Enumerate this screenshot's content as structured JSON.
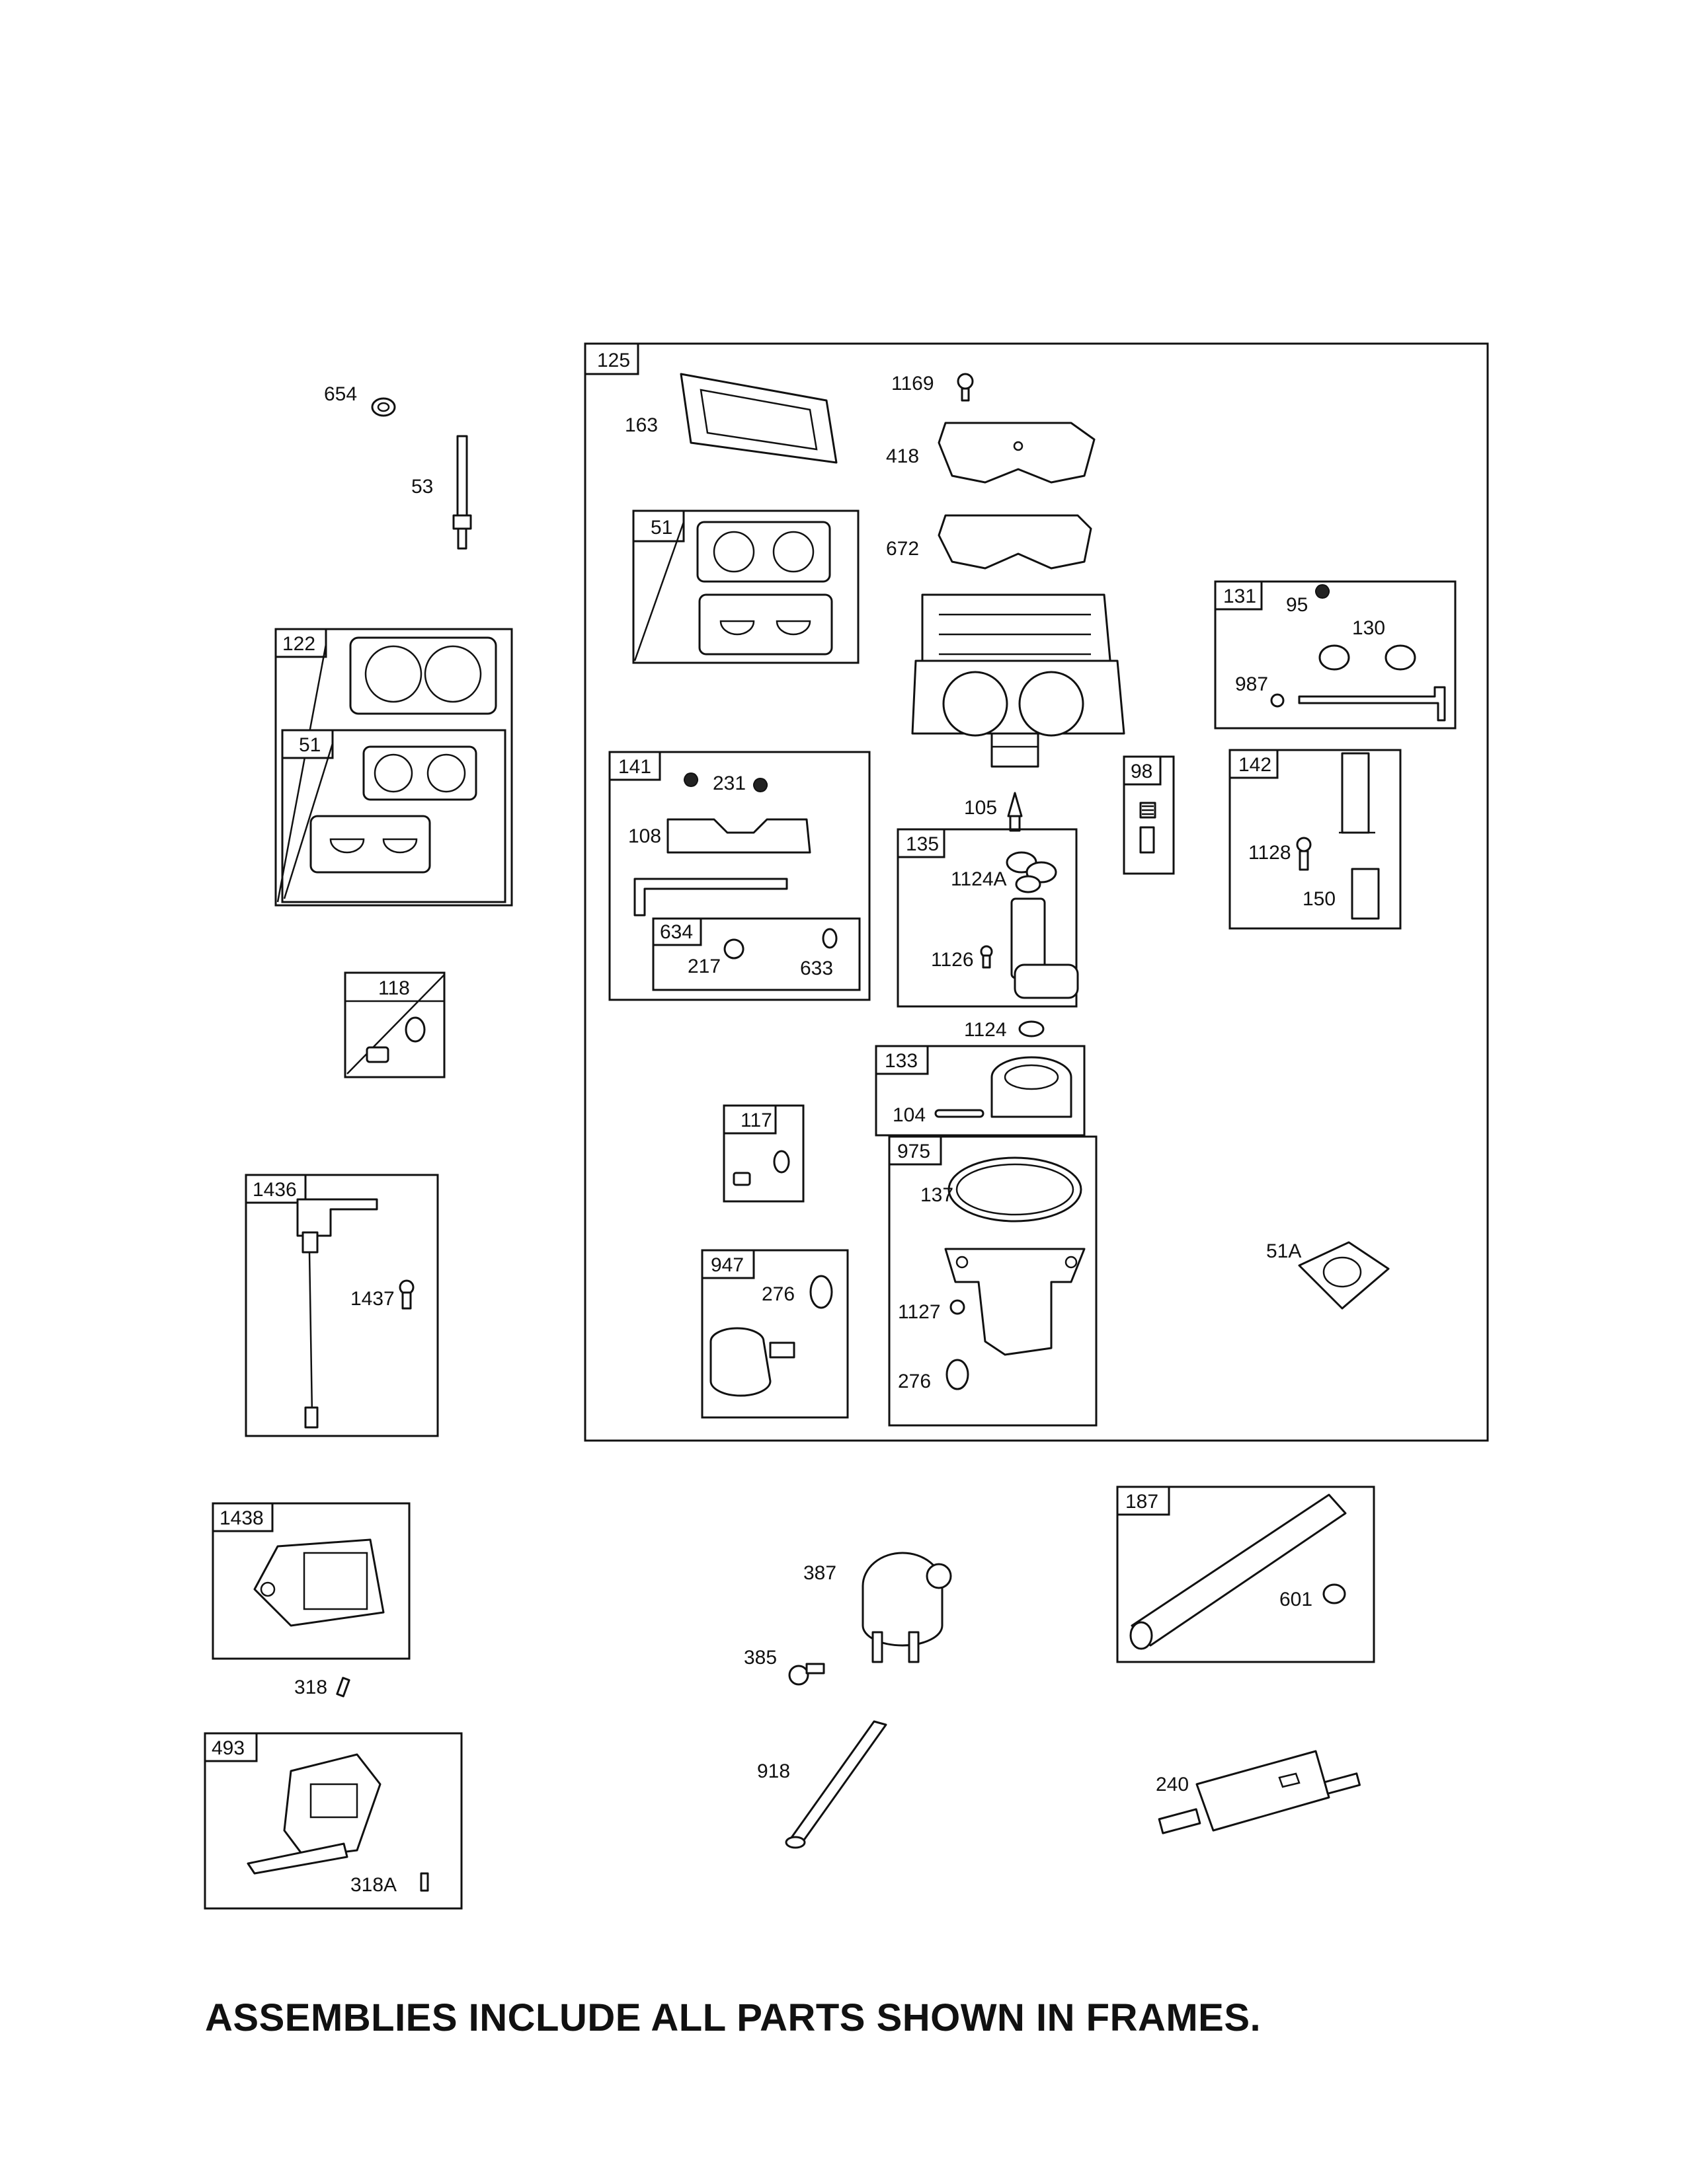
{
  "frames": {
    "f125": "125",
    "f51a": "51",
    "f131": "131",
    "f122": "122",
    "f51b": "51",
    "f141": "141",
    "f634": "634",
    "f135": "135",
    "f98": "98",
    "f142": "142",
    "f118": "118",
    "f133": "133",
    "f117": "117",
    "f975": "975",
    "f1436": "1436",
    "f947": "947",
    "f1438": "1438",
    "f187": "187",
    "f493": "493"
  },
  "parts": {
    "p654": "654",
    "p53": "53",
    "p163": "163",
    "p1169": "1169",
    "p418": "418",
    "p672": "672",
    "p95": "95",
    "p130": "130",
    "p987": "987",
    "p231": "231",
    "p108": "108",
    "p217": "217",
    "p633": "633",
    "p105": "105",
    "p1124A": "1124A",
    "p1126": "1126",
    "p1128": "1128",
    "p150": "150",
    "p1124": "1124",
    "p104": "104",
    "p137": "137",
    "p276a": "276",
    "p1127": "1127",
    "p276b": "276",
    "p51A": "51A",
    "p1437": "1437",
    "p318": "318",
    "p387": "387",
    "p385": "385",
    "p601": "601",
    "p918": "918",
    "p240": "240",
    "p318A": "318A"
  },
  "footer": "ASSEMBLIES INCLUDE ALL PARTS SHOWN IN FRAMES."
}
